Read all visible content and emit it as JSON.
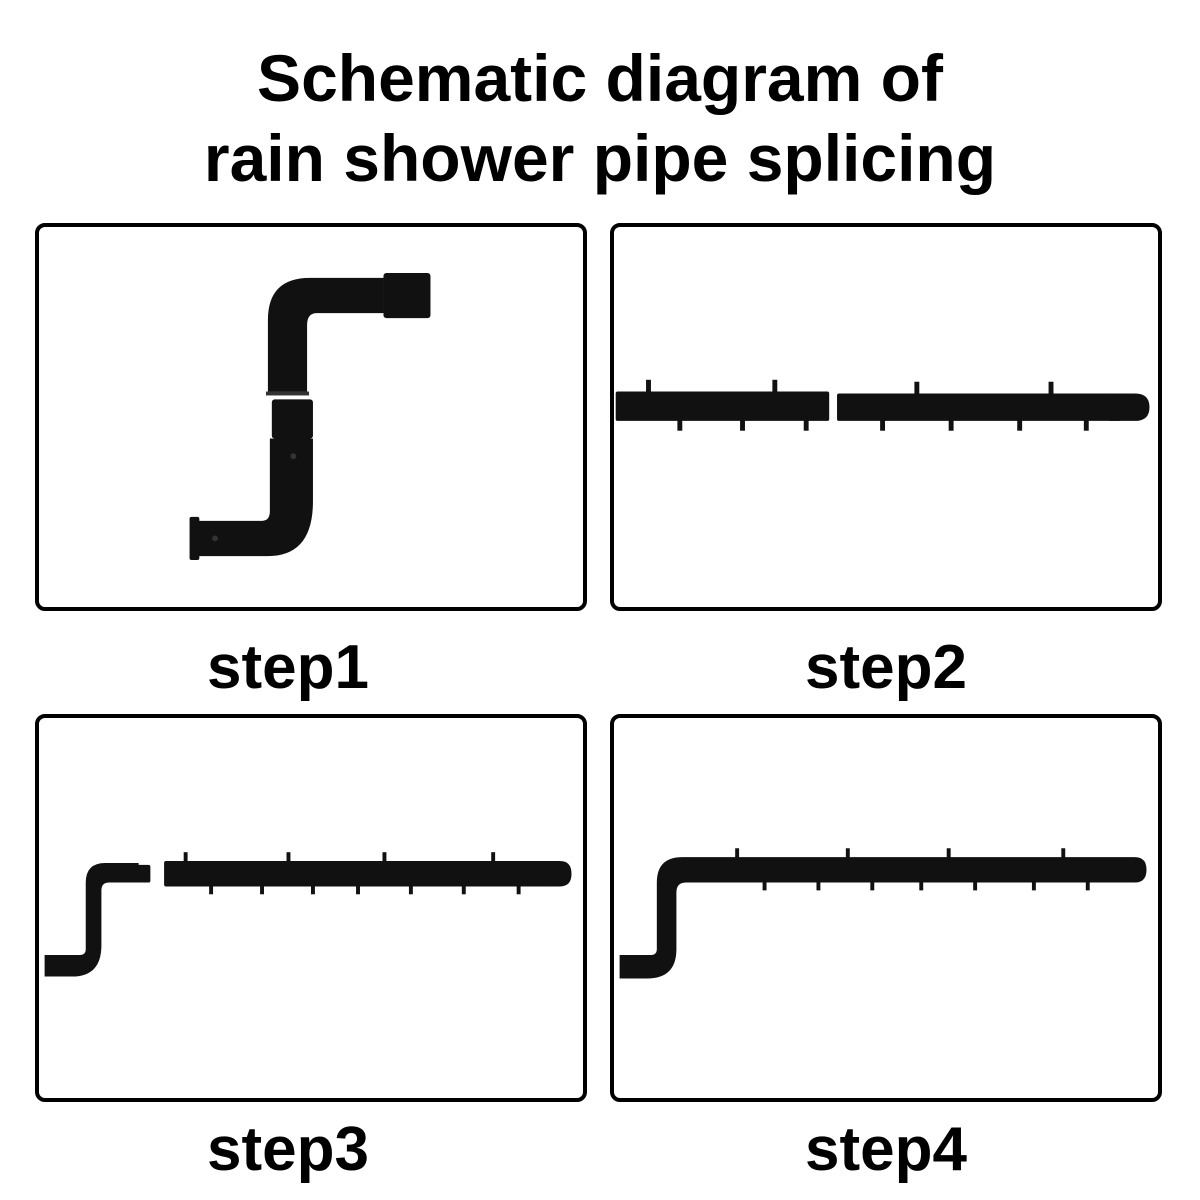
{
  "title": {
    "line1": "Schematic diagram of",
    "line2": "rain shower pipe splicing"
  },
  "steps": [
    {
      "label": "step1"
    },
    {
      "label": "step2"
    },
    {
      "label": "step3"
    },
    {
      "label": "step4"
    }
  ],
  "colors": {
    "pipe": "#111111",
    "border": "#000000",
    "background": "#ffffff"
  }
}
